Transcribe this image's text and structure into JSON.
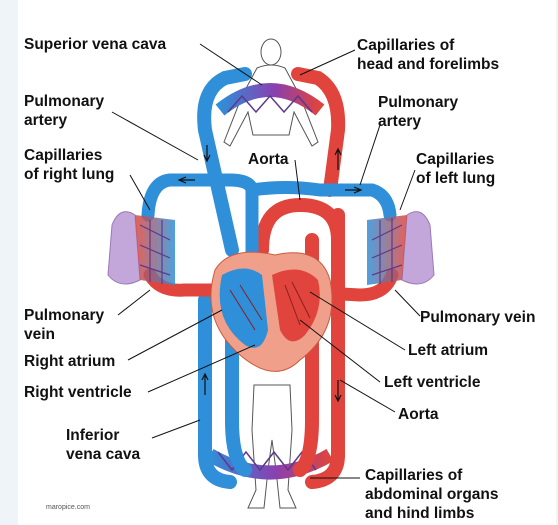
{
  "labels": {
    "superior_vena_cava": "Superior vena cava",
    "capillaries_head": "Capillaries of\nhead and forelimbs",
    "pulmonary_artery_left_side": "Pulmonary\nartery",
    "pulmonary_artery_right_side": "Pulmonary\nartery",
    "capillaries_right_lung": "Capillaries\nof right lung",
    "aorta_top": "Aorta",
    "capillaries_left_lung": "Capillaries\nof left lung",
    "pulmonary_vein_left_side": "Pulmonary\nvein",
    "pulmonary_vein_right_side": "Pulmonary vein",
    "right_atrium": "Right atrium",
    "left_atrium": "Left atrium",
    "right_ventricle": "Right ventricle",
    "left_ventricle": "Left ventricle",
    "aorta_bottom": "Aorta",
    "inferior_vena_cava": "Inferior\nvena cava",
    "capillaries_abdominal": "Capillaries of\nabdominal organs\nand hind limbs"
  },
  "credit": "maropice.com",
  "colors": {
    "deoxygenated": "#2f8fd8",
    "oxygenated": "#e0443c",
    "lung": "#c3a6da",
    "heart": "#f0a08a",
    "label_text": "#111111"
  }
}
